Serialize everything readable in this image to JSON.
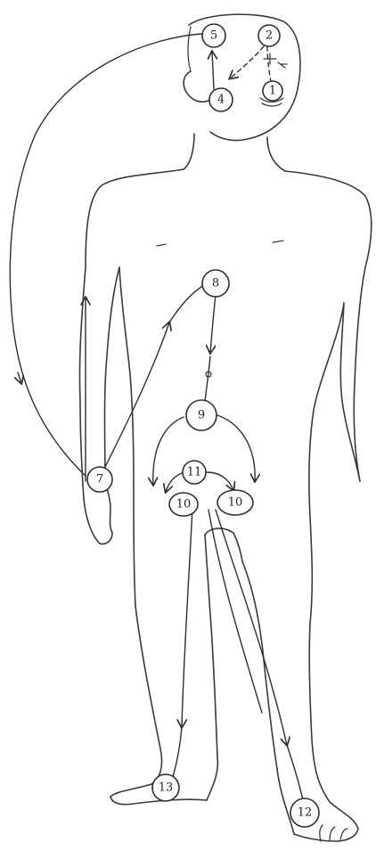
{
  "points": [
    {
      "id": "p1",
      "label": "1"
    },
    {
      "id": "p2",
      "label": "2"
    },
    {
      "id": "p4",
      "label": "4"
    },
    {
      "id": "p5",
      "label": "5"
    },
    {
      "id": "p7",
      "label": "7"
    },
    {
      "id": "p8",
      "label": "8"
    },
    {
      "id": "p9",
      "label": "9"
    },
    {
      "id": "p10a",
      "label": "10"
    },
    {
      "id": "p10b",
      "label": "10"
    },
    {
      "id": "p11",
      "label": "11"
    },
    {
      "id": "p12",
      "label": "12"
    },
    {
      "id": "p13",
      "label": "13"
    }
  ]
}
